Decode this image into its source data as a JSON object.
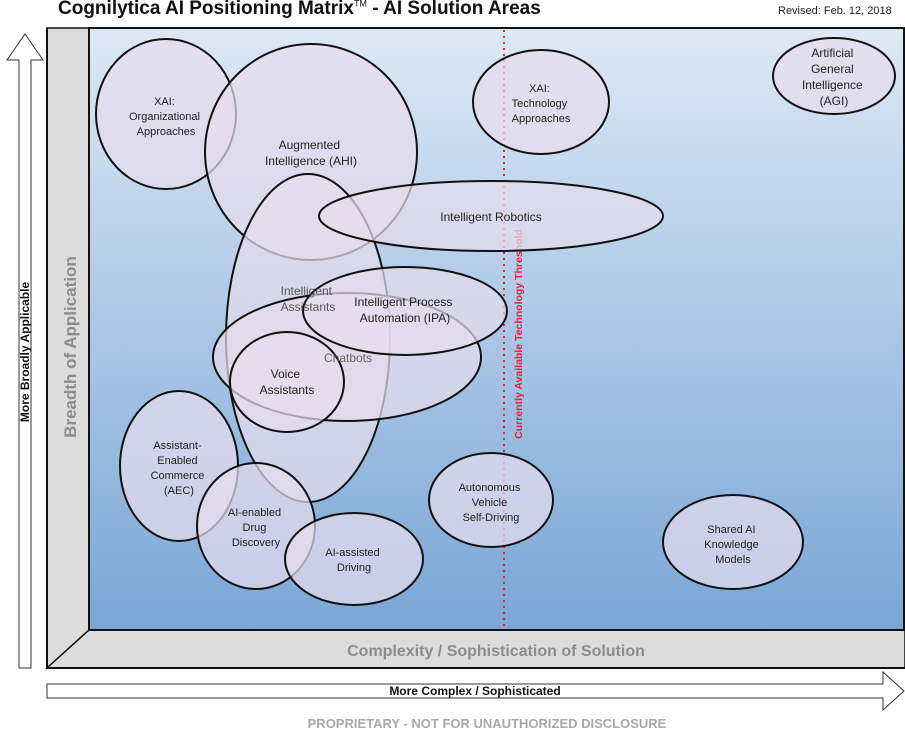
{
  "header": {
    "title": "Cognilytica AI Positioning Matrix",
    "trademark": "TM",
    "title_suffix": " - AI Solution Areas",
    "revised": "Revised: Feb. 12, 2018"
  },
  "axes": {
    "y_side_label": "Breadth of Application",
    "y_arrow_label": "More Broadly Applicable",
    "x_side_label": "Complexity / Sophistication of Solution",
    "x_arrow_label": "More Complex / Sophisticated"
  },
  "threshold": {
    "label": "Currently Available Technology Threshold",
    "color": "#e8203a"
  },
  "footer": "PROPRIETARY - NOT FOR UNAUTHORIZED DISCLOSURE",
  "colors": {
    "panel_top": "#dde8f5",
    "panel_bottom": "#7aa6d6",
    "bubble_fill": "#e6dced",
    "frame_gray": "#dcdcdc"
  },
  "areas": [
    {
      "id": "xai-org",
      "lines": [
        "XAI:",
        "Organizational",
        "Approaches"
      ]
    },
    {
      "id": "ahi",
      "lines": [
        "Augmented",
        "Intelligence (AHI)"
      ]
    },
    {
      "id": "xai-tech",
      "lines": [
        "XAI:",
        "Technology",
        "Approaches"
      ]
    },
    {
      "id": "agi",
      "lines": [
        "Artificial",
        "General",
        "Intelligence",
        "(AGI)"
      ]
    },
    {
      "id": "robotics",
      "lines": [
        "Intelligent Robotics"
      ]
    },
    {
      "id": "assistants",
      "lines": [
        "Intelligent",
        "Assistants"
      ]
    },
    {
      "id": "ipa",
      "lines": [
        "Intelligent Process",
        "Automation (IPA)"
      ]
    },
    {
      "id": "chatbots",
      "lines": [
        "Chatbots"
      ]
    },
    {
      "id": "voice",
      "lines": [
        "Voice",
        "Assistants"
      ]
    },
    {
      "id": "aec",
      "lines": [
        "Assistant-",
        "Enabled",
        "Commerce",
        "(AEC)"
      ]
    },
    {
      "id": "drug",
      "lines": [
        "AI-enabled",
        "Drug",
        "Discovery"
      ]
    },
    {
      "id": "driving",
      "lines": [
        "AI-assisted",
        "Driving"
      ]
    },
    {
      "id": "autonomous",
      "lines": [
        "Autonomous",
        "Vehicle",
        "Self-Driving"
      ]
    },
    {
      "id": "knowledge",
      "lines": [
        "Shared AI",
        "Knowledge",
        "Models"
      ]
    }
  ]
}
